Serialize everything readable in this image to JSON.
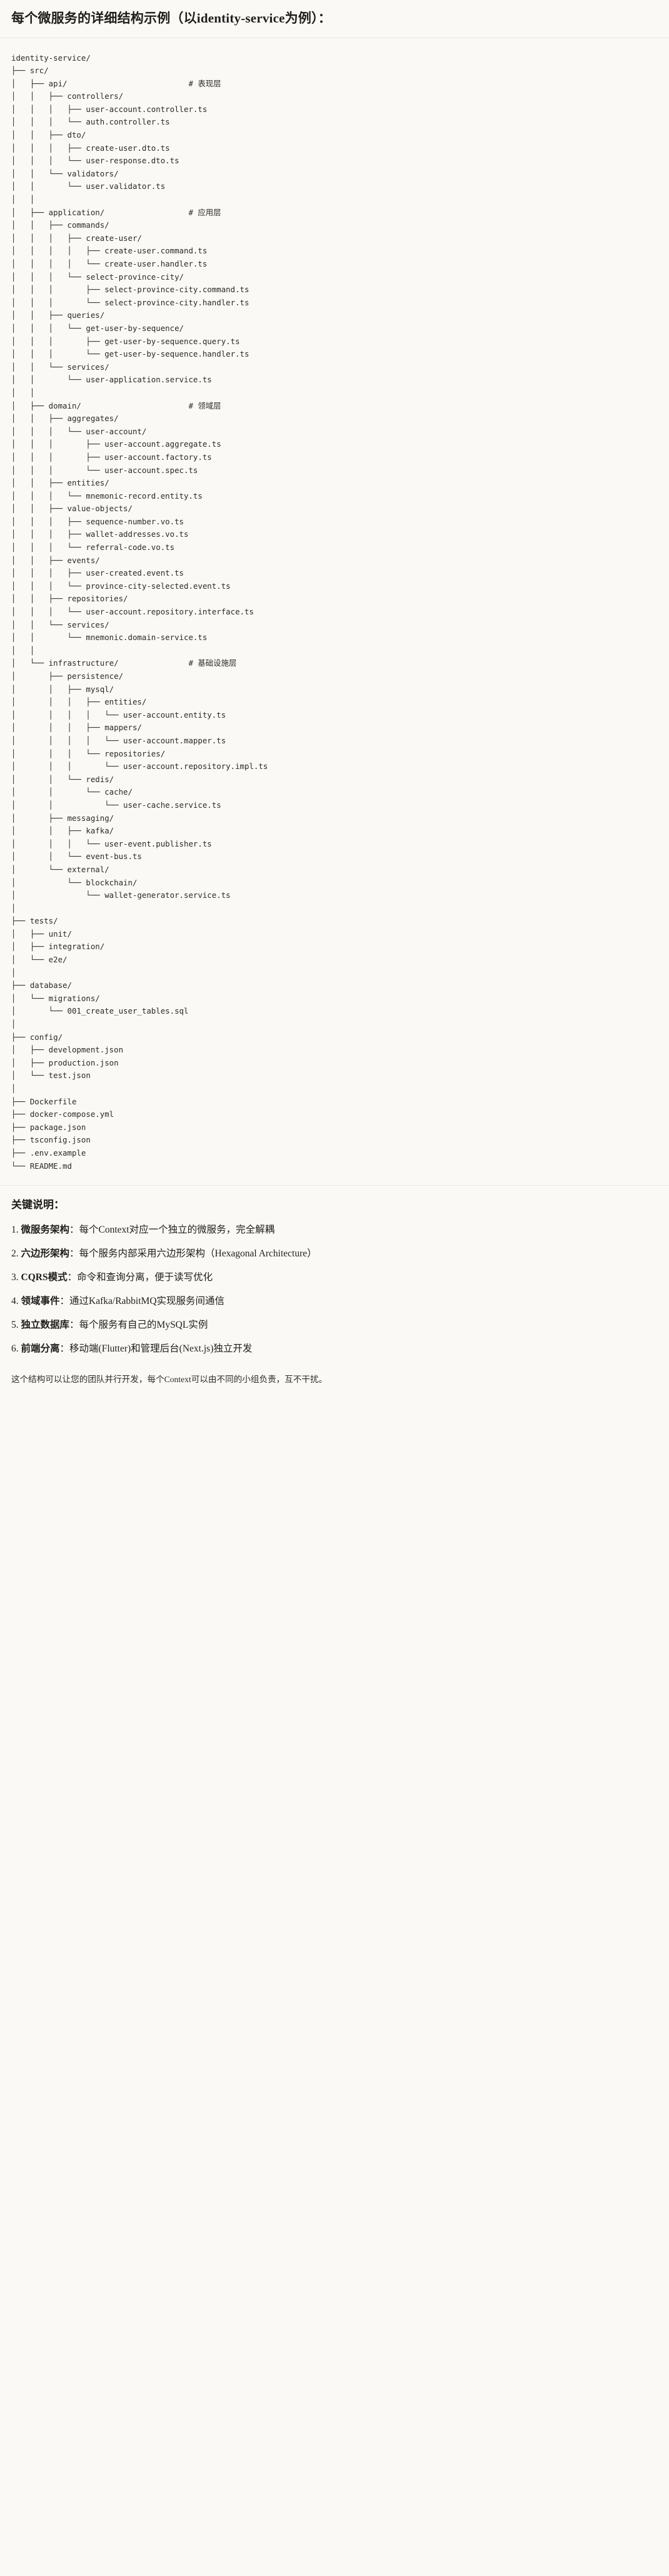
{
  "heading": "每个微服务的详细结构示例（以identity-service为例）：",
  "tree": {
    "root": "identity-service/",
    "text": "identity-service/\n├── src/\n│   ├── api/                          # 表现层\n│   │   ├── controllers/\n│   │   │   ├── user-account.controller.ts\n│   │   │   └── auth.controller.ts\n│   │   ├── dto/\n│   │   │   ├── create-user.dto.ts\n│   │   │   └── user-response.dto.ts\n│   │   └── validators/\n│   │       └── user.validator.ts\n│   │\n│   ├── application/                  # 应用层\n│   │   ├── commands/\n│   │   │   ├── create-user/\n│   │   │   │   ├── create-user.command.ts\n│   │   │   │   └── create-user.handler.ts\n│   │   │   └── select-province-city/\n│   │   │       ├── select-province-city.command.ts\n│   │   │       └── select-province-city.handler.ts\n│   │   ├── queries/\n│   │   │   └── get-user-by-sequence/\n│   │   │       ├── get-user-by-sequence.query.ts\n│   │   │       └── get-user-by-sequence.handler.ts\n│   │   └── services/\n│   │       └── user-application.service.ts\n│   │\n│   ├── domain/                       # 领域层\n│   │   ├── aggregates/\n│   │   │   └── user-account/\n│   │   │       ├── user-account.aggregate.ts\n│   │   │       ├── user-account.factory.ts\n│   │   │       └── user-account.spec.ts\n│   │   ├── entities/\n│   │   │   └── mnemonic-record.entity.ts\n│   │   ├── value-objects/\n│   │   │   ├── sequence-number.vo.ts\n│   │   │   ├── wallet-addresses.vo.ts\n│   │   │   └── referral-code.vo.ts\n│   │   ├── events/\n│   │   │   ├── user-created.event.ts\n│   │   │   └── province-city-selected.event.ts\n│   │   ├── repositories/\n│   │   │   └── user-account.repository.interface.ts\n│   │   └── services/\n│   │       └── mnemonic.domain-service.ts\n│   │\n│   └── infrastructure/               # 基础设施层\n│       ├── persistence/\n│       │   ├── mysql/\n│       │   │   ├── entities/\n│       │   │   │   └── user-account.entity.ts\n│       │   │   ├── mappers/\n│       │   │   │   └── user-account.mapper.ts\n│       │   │   └── repositories/\n│       │   │       └── user-account.repository.impl.ts\n│       │   └── redis/\n│       │       └── cache/\n│       │           └── user-cache.service.ts\n│       ├── messaging/\n│       │   ├── kafka/\n│       │   │   └── user-event.publisher.ts\n│       │   └── event-bus.ts\n│       └── external/\n│           └── blockchain/\n│               └── wallet-generator.service.ts\n│\n├── tests/\n│   ├── unit/\n│   ├── integration/\n│   └── e2e/\n│\n├── database/\n│   └── migrations/\n│       └── 001_create_user_tables.sql\n│\n├── config/\n│   ├── development.json\n│   ├── production.json\n│   └── test.json\n│\n├── Dockerfile\n├── docker-compose.yml\n├── package.json\n├── tsconfig.json\n├── .env.example\n└── README.md",
    "layer_comments": [
      "# 表现层",
      "# 应用层",
      "# 领域层",
      "# 基础设施层"
    ]
  },
  "notes": {
    "title": "关键说明：",
    "items": [
      {
        "label": "微服务架构",
        "sep": "：",
        "text": "每个Context对应一个独立的微服务，完全解耦"
      },
      {
        "label": "六边形架构",
        "sep": "：",
        "text": "每个服务内部采用六边形架构（Hexagonal Architecture）"
      },
      {
        "label": "CQRS模式",
        "sep": "：",
        "text": "命令和查询分离，便于读写优化"
      },
      {
        "label": "领域事件",
        "sep": "：",
        "text": "通过Kafka/RabbitMQ实现服务间通信"
      },
      {
        "label": "独立数据库",
        "sep": "：",
        "text": "每个服务有自己的MySQL实例"
      },
      {
        "label": "前端分离",
        "sep": "：",
        "text": "移动端(Flutter)和管理后台(Next.js)独立开发"
      }
    ]
  },
  "closing": "这个结构可以让您的团队并行开发，每个Context可以由不同的小组负责，互不干扰。",
  "colors": {
    "background": "#faf9f5",
    "text": "#1f1e1c",
    "code_text": "#2b2a28",
    "divider": "#e7e5dd"
  }
}
